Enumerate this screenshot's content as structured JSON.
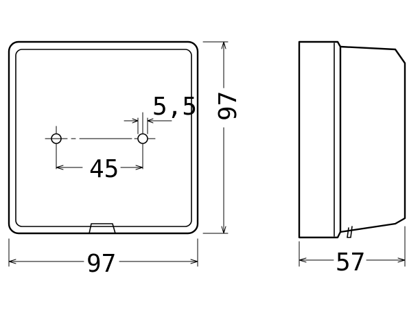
{
  "front_view": {
    "width_label": "97",
    "height_label": "97",
    "hole_spacing_label": "45",
    "hole_diameter_label": "5,5"
  },
  "side_view": {
    "depth_label": "57"
  }
}
